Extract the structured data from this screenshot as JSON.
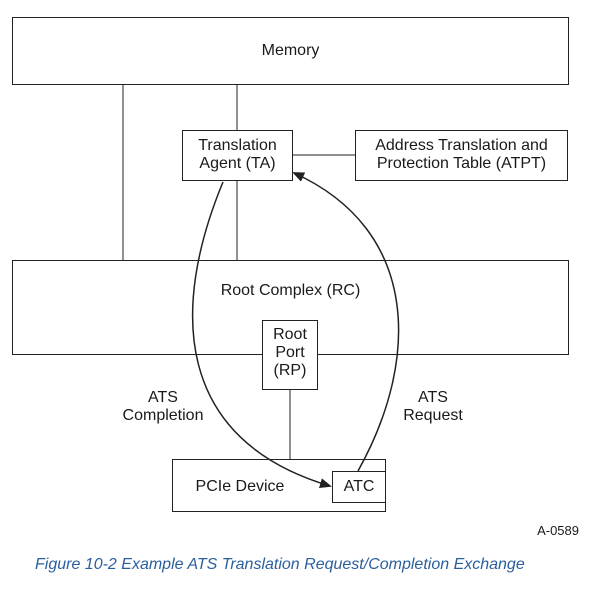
{
  "memory": {
    "label": "Memory"
  },
  "translation_agent": {
    "label": "Translation\nAgent (TA)"
  },
  "atpt": {
    "label": "Address Translation and\nProtection Table (ATPT)"
  },
  "root_complex": {
    "label": "Root Complex (RC)"
  },
  "root_port": {
    "label": "Root\nPort\n(RP)"
  },
  "pcie_device": {
    "label": "PCIe Device"
  },
  "atc": {
    "label": "ATC"
  },
  "ats_completion": {
    "label": "ATS\nCompletion"
  },
  "ats_request": {
    "label": "ATS\nRequest"
  },
  "figure_id": "A-0589",
  "caption": "Figure  10-2  Example ATS Translation Request/Completion Exchange",
  "colors": {
    "caption": "#2a5f9e",
    "line": "#222222"
  }
}
